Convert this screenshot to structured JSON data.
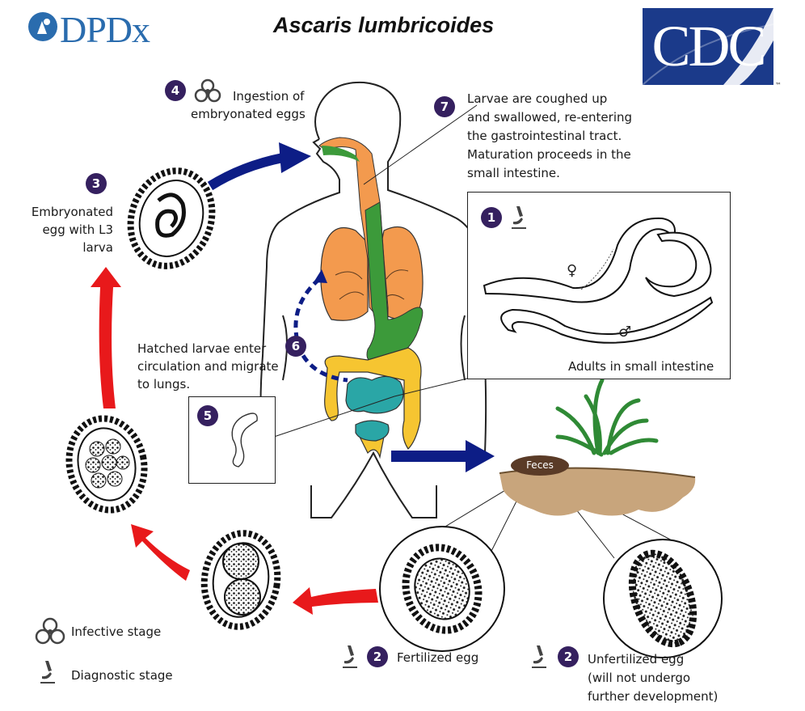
{
  "header": {
    "brand_left": "DPDx",
    "title": "Ascaris lumbricoides",
    "brand_right": "CDC",
    "trademark": "™"
  },
  "steps": {
    "s1": {
      "num": "1",
      "label": "Adults in small intestine"
    },
    "s2a": {
      "num": "2",
      "label": "Fertilized egg"
    },
    "s2b": {
      "num": "2",
      "label": "Unfertilized egg",
      "label_line2": "(will not undergo",
      "label_line3": "further development)"
    },
    "s3": {
      "num": "3",
      "label_line1": "Embryonated",
      "label_line2": "egg with L3",
      "label_line3": "larva"
    },
    "s4": {
      "num": "4",
      "label_line1": "Ingestion of",
      "label_line2": "embryonated eggs"
    },
    "s5": {
      "num": "5"
    },
    "s6": {
      "num": "6",
      "label_line1": "Hatched larvae enter",
      "label_line2": "circulation and migrate",
      "label_line3": "to lungs."
    },
    "s7": {
      "num": "7",
      "label_line1": "Larvae are coughed up",
      "label_line2": "and swallowed, re-entering",
      "label_line3": "the gastrointestinal tract.",
      "label_line4": "Maturation proceeds in the",
      "label_line5": "small intestine."
    }
  },
  "feces_label": "Feces",
  "sex_symbols": {
    "female": "♀",
    "male": "♂"
  },
  "legend": {
    "infective": {
      "icon": "biohazard-icon",
      "label": "Infective stage"
    },
    "diagnostic": {
      "icon": "microscope-icon",
      "label": "Diagnostic stage"
    }
  },
  "colors": {
    "badge": "#35205f",
    "cycle_arrow": "#e8191b",
    "flow_arrow": "#0d1d86",
    "lungs": "#f39a4e",
    "esophagus": "#3c9a3a",
    "small_intestine": "#2aa6a6",
    "large_intestine": "#f6c531"
  }
}
